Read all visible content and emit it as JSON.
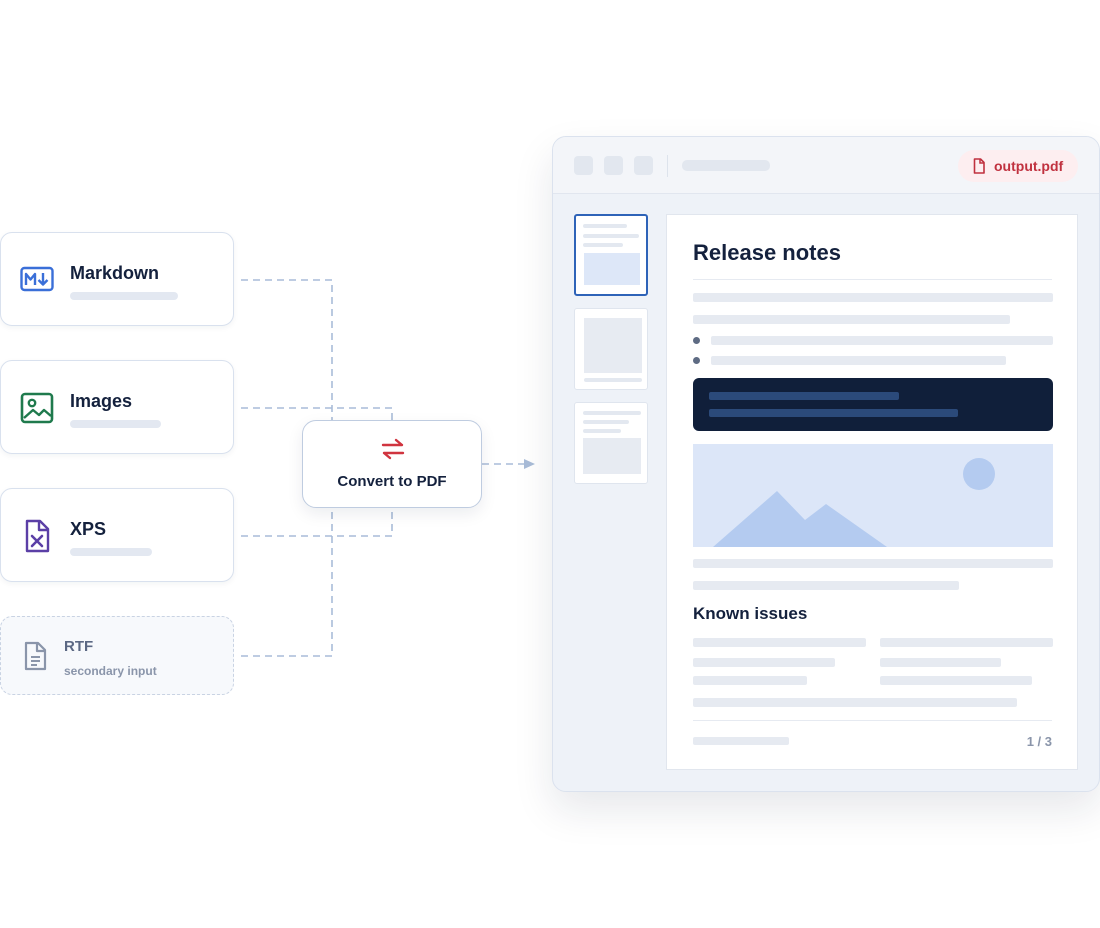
{
  "sources": [
    {
      "label": "Markdown",
      "icon": "markdown-icon",
      "color": "#3a6fd8"
    },
    {
      "label": "Images",
      "icon": "image-icon",
      "color": "#1f7a4d"
    },
    {
      "label": "XPS",
      "icon": "xps-file-icon",
      "color": "#5b3fa6"
    }
  ],
  "secondary_source": {
    "label": "RTF",
    "sublabel": "secondary input",
    "icon": "document-icon"
  },
  "converter": {
    "label": "Convert to PDF",
    "icon": "swap-arrows-icon",
    "color": "#d0343f"
  },
  "viewer": {
    "file_name": "output.pdf",
    "file_icon": "pdf-file-icon",
    "document": {
      "title": "Release notes",
      "section_heading": "Known issues",
      "page_indicator": "1 / 3"
    }
  },
  "colors": {
    "accent_blue": "#2e63b8",
    "code_block": "#101f3a",
    "pdf_red": "#c0313f",
    "connector": "#a9bcd8"
  }
}
